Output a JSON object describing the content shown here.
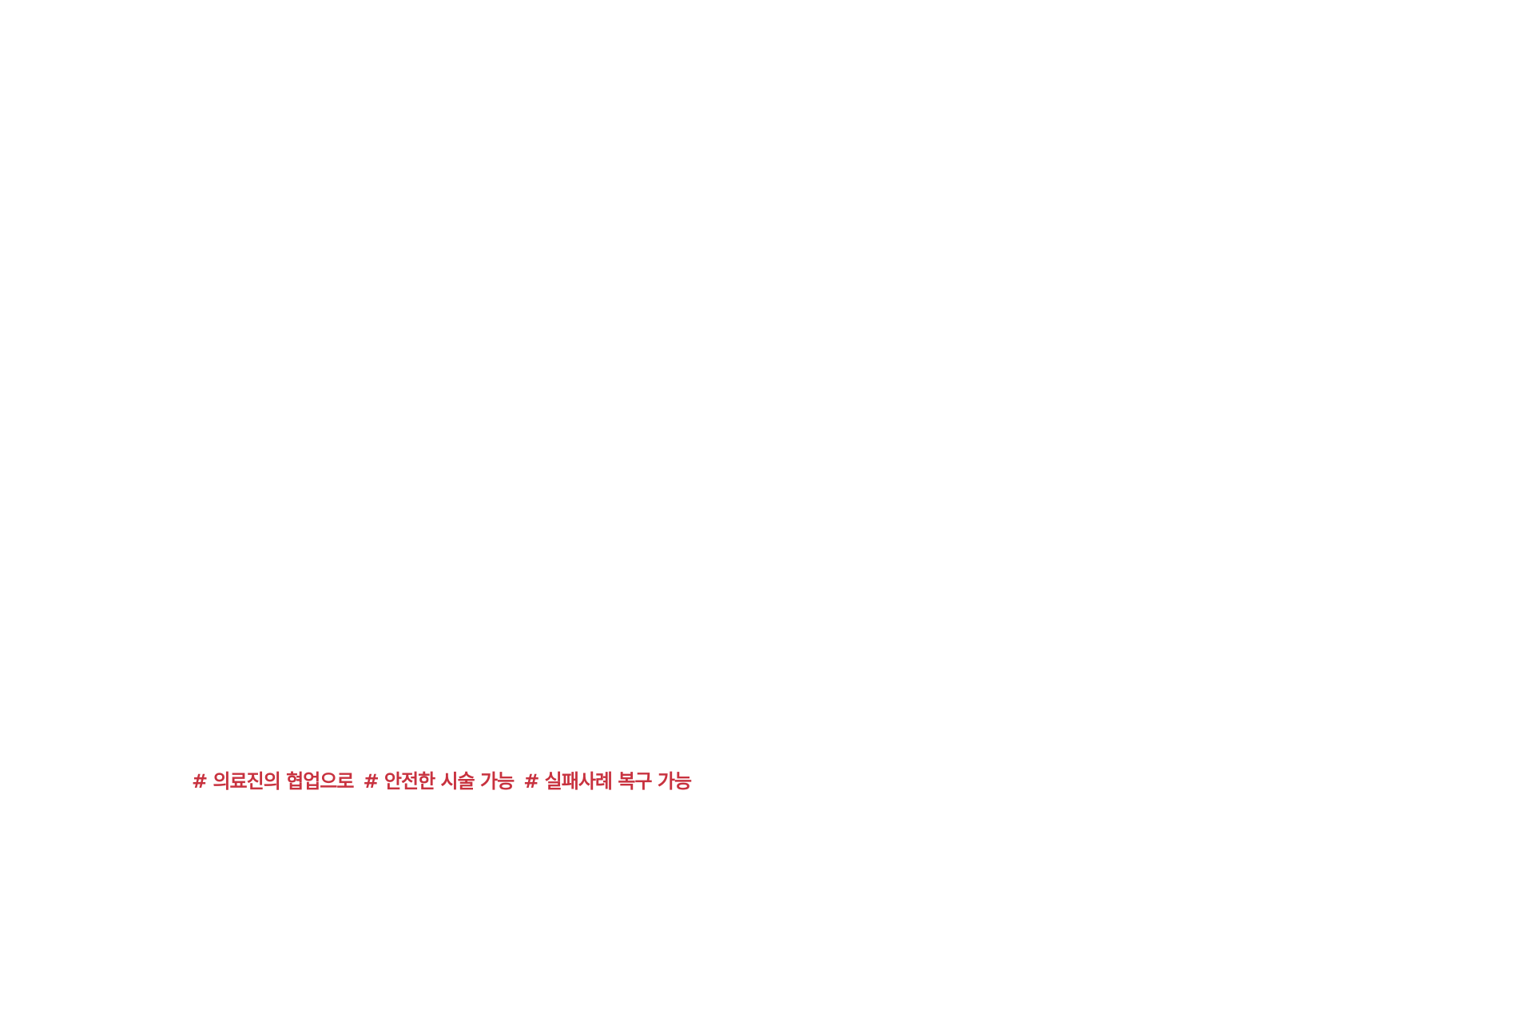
{
  "colors": {
    "background": "#ffffff",
    "accent": "#c8323f"
  },
  "hashtags": [
    "# 의료진의 협업으로",
    "# 안전한 시술 가능",
    "# 실패사례 복구 가능"
  ]
}
